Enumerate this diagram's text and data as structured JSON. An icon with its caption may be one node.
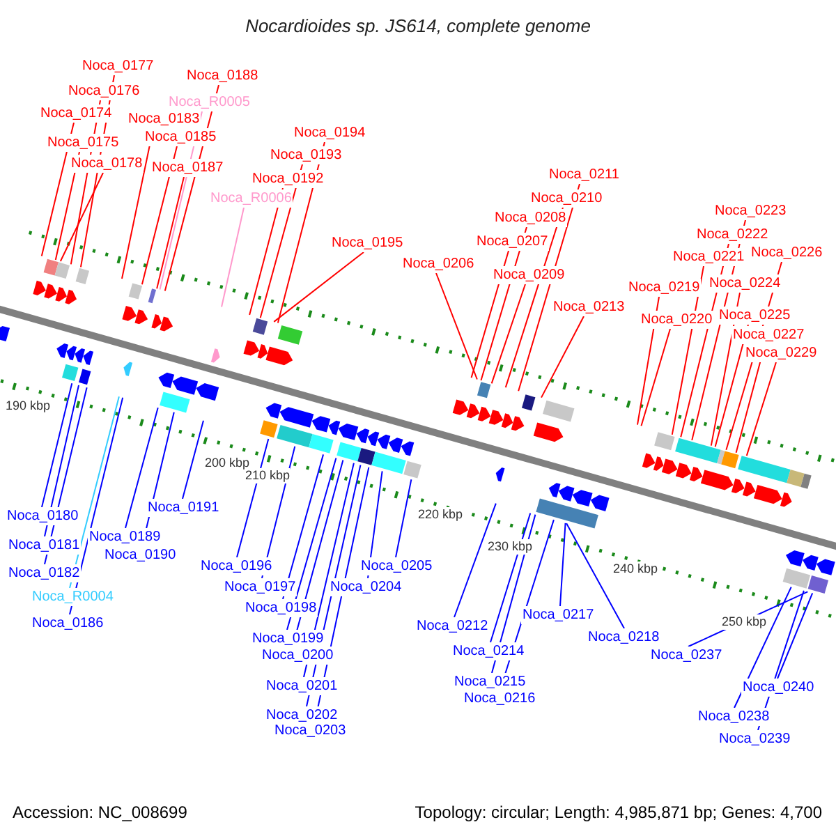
{
  "diagram": {
    "title": "Nocardioides sp. JS614, complete genome",
    "nodes": [
      {
        "text": [
          "Noca_0177"
        ]
      },
      {
        "text": [
          "Noca_0176"
        ]
      },
      {
        "text": [
          "Noca_0174"
        ]
      },
      {
        "text": [
          "Noca_0175"
        ]
      },
      {
        "text": [
          "Noca_0178"
        ]
      },
      {
        "text": [
          "Noca_0183"
        ]
      },
      {
        "text": [
          "Noca_0185"
        ]
      },
      {
        "text": [
          "Noca_0187"
        ]
      },
      {
        "text": [
          "Noca_0188"
        ]
      },
      {
        "text": [
          "Noca_R0005"
        ]
      },
      {
        "text": [
          "Noca_R0006"
        ]
      },
      {
        "text": [
          "Noca_0192"
        ]
      },
      {
        "text": [
          "Noca_0193"
        ]
      },
      {
        "text": [
          "Noca_0194"
        ]
      },
      {
        "text": [
          "Noca_0195"
        ]
      },
      {
        "text": [
          "Noca_0206"
        ]
      },
      {
        "text": [
          "Noca_0207"
        ]
      },
      {
        "text": [
          "Noca_0208"
        ]
      },
      {
        "text": [
          "Noca_0209"
        ]
      },
      {
        "text": [
          "Noca_0210"
        ]
      },
      {
        "text": [
          "Noca_0211"
        ]
      },
      {
        "text": [
          "Noca_0213"
        ]
      },
      {
        "text": [
          "Noca_0219"
        ]
      },
      {
        "text": [
          "Noca_0220"
        ]
      },
      {
        "text": [
          "Noca_0221"
        ]
      },
      {
        "text": [
          "Noca_0222"
        ]
      },
      {
        "text": [
          "Noca_0223"
        ]
      },
      {
        "text": [
          "Noca_0224"
        ]
      },
      {
        "text": [
          "Noca_0225"
        ]
      },
      {
        "text": [
          "Noca_0226"
        ]
      },
      {
        "text": [
          "Noca_0227"
        ]
      },
      {
        "text": [
          "Noca_0229"
        ]
      },
      {
        "text": [
          "Noca_0180"
        ]
      },
      {
        "text": [
          "Noca_0181"
        ]
      },
      {
        "text": [
          "Noca_0182"
        ]
      },
      {
        "text": [
          "Noca_R0004"
        ]
      },
      {
        "text": [
          "Noca_0186"
        ]
      },
      {
        "text": [
          "Noca_0189"
        ]
      },
      {
        "text": [
          "Noca_0190"
        ]
      },
      {
        "text": [
          "Noca_0191"
        ]
      },
      {
        "text": [
          "Noca_0196"
        ]
      },
      {
        "text": [
          "Noca_0197"
        ]
      },
      {
        "text": [
          "Noca_0198"
        ]
      },
      {
        "text": [
          "Noca_0199"
        ]
      },
      {
        "text": [
          "Noca_0200"
        ]
      },
      {
        "text": [
          "Noca_0201"
        ]
      },
      {
        "text": [
          "Noca_0202"
        ]
      },
      {
        "text": [
          "Noca_0203"
        ]
      },
      {
        "text": [
          "Noca_0204"
        ]
      },
      {
        "text": [
          "Noca_0205"
        ]
      },
      {
        "text": [
          "Noca_0212"
        ]
      },
      {
        "text": [
          "Noca_0214"
        ]
      },
      {
        "text": [
          "Noca_0215"
        ]
      },
      {
        "text": [
          "Noca_0216"
        ]
      },
      {
        "text": [
          "Noca_0217"
        ]
      },
      {
        "text": [
          "Noca_0218"
        ]
      },
      {
        "text": [
          "Noca_0237"
        ]
      },
      {
        "text": [
          "Noca_0238"
        ]
      },
      {
        "text": [
          "Noca_0239"
        ]
      },
      {
        "text": [
          "Noca_0240"
        ]
      }
    ],
    "edges": [
      {
        "from": 0,
        "to": null,
        "arrow": "none"
      },
      {
        "from": 1,
        "to": null,
        "arrow": "none"
      },
      {
        "from": 2,
        "to": null,
        "arrow": "none"
      },
      {
        "from": 3,
        "to": null,
        "arrow": "none"
      },
      {
        "from": 4,
        "to": null,
        "arrow": "none"
      },
      {
        "from": 5,
        "to": null,
        "arrow": "none"
      },
      {
        "from": 6,
        "to": null,
        "arrow": "none"
      },
      {
        "from": 7,
        "to": null,
        "arrow": "none"
      },
      {
        "from": 8,
        "to": null,
        "arrow": "none"
      },
      {
        "from": 9,
        "to": null,
        "arrow": "none",
        "color": "#ff99cc"
      },
      {
        "from": 10,
        "to": null,
        "arrow": "none",
        "color": "#ff99cc"
      },
      {
        "from": 11,
        "to": null,
        "arrow": "none"
      },
      {
        "from": 12,
        "to": null,
        "arrow": "none"
      },
      {
        "from": 13,
        "to": null,
        "arrow": "none"
      },
      {
        "from": 14,
        "to": null,
        "arrow": "none"
      },
      {
        "from": 15,
        "to": null,
        "arrow": "none"
      },
      {
        "from": 16,
        "to": null,
        "arrow": "none"
      },
      {
        "from": 17,
        "to": null,
        "arrow": "none"
      },
      {
        "from": 18,
        "to": null,
        "arrow": "none"
      },
      {
        "from": 19,
        "to": null,
        "arrow": "none"
      },
      {
        "from": 20,
        "to": null,
        "arrow": "none"
      },
      {
        "from": 21,
        "to": null,
        "arrow": "none"
      },
      {
        "from": 22,
        "to": null,
        "arrow": "none"
      },
      {
        "from": 23,
        "to": null,
        "arrow": "none"
      },
      {
        "from": 24,
        "to": null,
        "arrow": "none"
      },
      {
        "from": 25,
        "to": null,
        "arrow": "none"
      },
      {
        "from": 26,
        "to": null,
        "arrow": "none"
      },
      {
        "from": 27,
        "to": null,
        "arrow": "none"
      },
      {
        "from": 28,
        "to": null,
        "arrow": "none"
      },
      {
        "from": 29,
        "to": null,
        "arrow": "none"
      },
      {
        "from": 30,
        "to": null,
        "arrow": "none"
      },
      {
        "from": 31,
        "to": null,
        "arrow": "none"
      },
      {
        "from": 32,
        "to": null,
        "arrow": "none",
        "color": "#0000ff"
      },
      {
        "from": 33,
        "to": null,
        "arrow": "none",
        "color": "#0000ff"
      },
      {
        "from": 34,
        "to": null,
        "arrow": "none",
        "color": "#0000ff"
      },
      {
        "from": 35,
        "to": null,
        "arrow": "none",
        "color": "#33ccff"
      },
      {
        "from": 36,
        "to": null,
        "arrow": "none",
        "color": "#0000ff"
      },
      {
        "from": 37,
        "to": null,
        "arrow": "none",
        "color": "#0000ff"
      },
      {
        "from": 38,
        "to": null,
        "arrow": "none",
        "color": "#0000ff"
      },
      {
        "from": 39,
        "to": null,
        "arrow": "none",
        "color": "#0000ff"
      },
      {
        "from": 40,
        "to": null,
        "arrow": "none",
        "color": "#0000ff"
      },
      {
        "from": 41,
        "to": null,
        "arrow": "none",
        "color": "#0000ff"
      },
      {
        "from": 42,
        "to": null,
        "arrow": "none",
        "color": "#0000ff"
      },
      {
        "from": 43,
        "to": null,
        "arrow": "none",
        "color": "#0000ff"
      },
      {
        "from": 44,
        "to": null,
        "arrow": "none",
        "color": "#0000ff"
      },
      {
        "from": 45,
        "to": null,
        "arrow": "none",
        "color": "#0000ff"
      },
      {
        "from": 46,
        "to": null,
        "arrow": "none",
        "color": "#0000ff"
      },
      {
        "from": 47,
        "to": null,
        "arrow": "none",
        "color": "#0000ff"
      },
      {
        "from": 48,
        "to": null,
        "arrow": "none",
        "color": "#0000ff"
      },
      {
        "from": 49,
        "to": null,
        "arrow": "none",
        "color": "#0000ff"
      },
      {
        "from": 50,
        "to": null,
        "arrow": "none",
        "color": "#0000ff"
      },
      {
        "from": 51,
        "to": null,
        "arrow": "none",
        "color": "#0000ff"
      },
      {
        "from": 52,
        "to": null,
        "arrow": "none",
        "color": "#0000ff"
      },
      {
        "from": 53,
        "to": null,
        "arrow": "none",
        "color": "#0000ff"
      },
      {
        "from": 54,
        "to": null,
        "arrow": "none",
        "color": "#0000ff"
      },
      {
        "from": 55,
        "to": null,
        "arrow": "none",
        "color": "#0000ff"
      },
      {
        "from": 56,
        "to": null,
        "arrow": "none",
        "color": "#0000ff"
      },
      {
        "from": 57,
        "to": null,
        "arrow": "none",
        "color": "#0000ff"
      },
      {
        "from": 58,
        "to": null,
        "arrow": "none",
        "color": "#0000ff"
      },
      {
        "from": 59,
        "to": null,
        "arrow": "none",
        "color": "#0000ff"
      }
    ],
    "labels": [
      "190 kbp",
      "200 kbp",
      "210 kbp",
      "220 kbp",
      "230 kbp",
      "240 kbp",
      "250 kbp",
      "Accession: NC_008699",
      "Topology: circular; Length: 4,985,871 bp; Genes: 4,700"
    ]
  }
}
